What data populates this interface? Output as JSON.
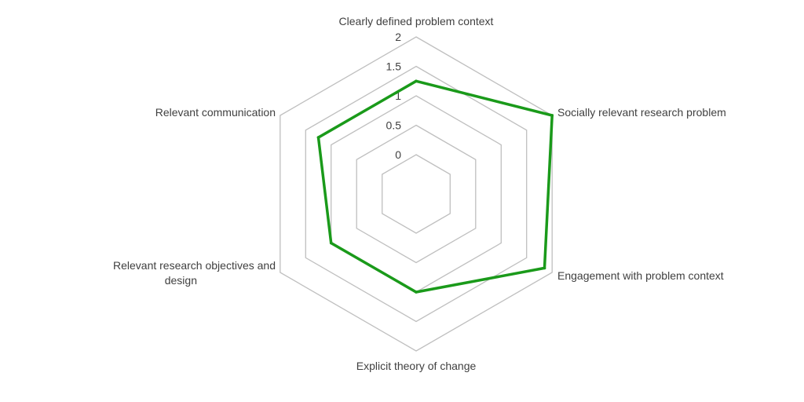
{
  "chart_data": {
    "type": "radar",
    "title": "",
    "categories": [
      [
        "Clearly defined problem context"
      ],
      [
        "Socially relevant research problem"
      ],
      [
        "Engagement with problem context"
      ],
      [
        "Explicit theory of change"
      ],
      [
        "Relevant research objectives and",
        "design"
      ],
      [
        "Relevant communication"
      ]
    ],
    "ticks": [
      "0",
      "0.5",
      "1",
      "1.5",
      "2"
    ],
    "tick_values": [
      0,
      0.5,
      1,
      1.5,
      2
    ],
    "rmin": 0,
    "rmax": 2,
    "grid": true,
    "legend": "none",
    "series": [
      {
        "values": [
          1.25,
          2.0,
          1.85,
          1.0,
          1.0,
          1.25
        ],
        "color": "#1a9a1a"
      }
    ],
    "grid_color": "#bfbfbf"
  }
}
